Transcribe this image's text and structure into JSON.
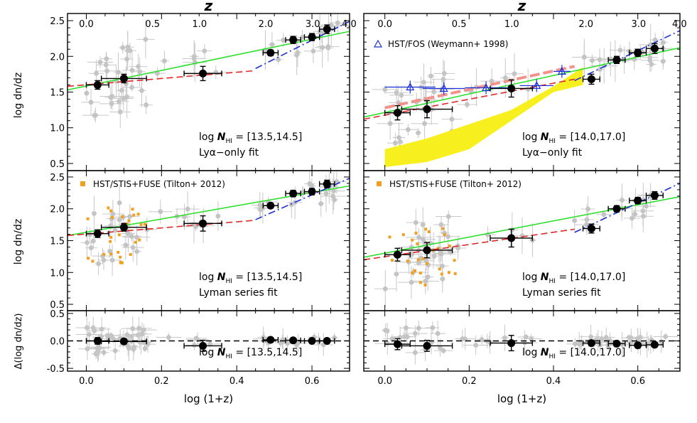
{
  "figure": {
    "top_axis_label": "z",
    "bottom_axis_label": "log (1+z)",
    "y_label_main": "log dn/dz",
    "y_label_resid": "Δ(log dn/dz)"
  },
  "chart_data": {
    "type": "scatter",
    "x_range": [
      -0.05,
      0.7
    ],
    "top_z_ticks": [
      0.0,
      0.5,
      1.0,
      2.0,
      3.0,
      4.0
    ],
    "x_ticks": [
      0.0,
      0.2,
      0.4,
      0.6
    ],
    "main_ylim": [
      0.4,
      2.6
    ],
    "main_yticks": [
      0.5,
      1.0,
      1.5,
      2.0,
      2.5
    ],
    "resid_ylim": [
      -0.55,
      0.55
    ],
    "resid_yticks": [
      -0.5,
      0.0,
      0.5
    ],
    "panels": [
      {
        "id": "upper-left",
        "kind": "main",
        "label_line1": "log N",
        "label_sub": "HI",
        "label_range": " = [13.5,14.5]",
        "label_line2": "Lyα−only fit",
        "legend": "",
        "binned": [
          {
            "x": 0.03,
            "y": 1.6,
            "xe": 0.03,
            "ye": 0.06
          },
          {
            "x": 0.1,
            "y": 1.69,
            "xe": 0.06,
            "ye": 0.06
          },
          {
            "x": 0.31,
            "y": 1.76,
            "xe": 0.05,
            "ye": 0.1
          },
          {
            "x": 0.49,
            "y": 2.05,
            "xe": 0.02,
            "ye": 0.04
          },
          {
            "x": 0.55,
            "y": 2.23,
            "xe": 0.02,
            "ye": 0.05
          },
          {
            "x": 0.6,
            "y": 2.27,
            "xe": 0.02,
            "ye": 0.05
          },
          {
            "x": 0.64,
            "y": 2.38,
            "xe": 0.02,
            "ye": 0.06
          }
        ],
        "fit_lines": [
          {
            "color": "#2ee02e",
            "dash": "",
            "x": [
              -0.05,
              0.7
            ],
            "y": [
              1.53,
              2.35
            ]
          },
          {
            "color": "#e02828",
            "dash": "9,5",
            "x": [
              -0.05,
              0.45
            ],
            "y": [
              1.58,
              1.8
            ]
          },
          {
            "color": "#1b2fd6",
            "dash": "10,4,2,4",
            "x": [
              0.45,
              0.7
            ],
            "y": [
              1.83,
              2.49
            ]
          }
        ]
      },
      {
        "id": "upper-right",
        "kind": "main",
        "label_line1": "log N",
        "label_sub": "HI",
        "label_range": " = [14.0,17.0]",
        "label_line2": "Lyα−only fit",
        "legend": "HST/FOS (Weymann+ 1998)",
        "binned": [
          {
            "x": 0.03,
            "y": 1.21,
            "xe": 0.03,
            "ye": 0.1
          },
          {
            "x": 0.1,
            "y": 1.26,
            "xe": 0.06,
            "ye": 0.12
          },
          {
            "x": 0.3,
            "y": 1.55,
            "xe": 0.05,
            "ye": 0.12
          },
          {
            "x": 0.49,
            "y": 1.68,
            "xe": 0.02,
            "ye": 0.07
          },
          {
            "x": 0.55,
            "y": 1.95,
            "xe": 0.02,
            "ye": 0.05
          },
          {
            "x": 0.6,
            "y": 2.05,
            "xe": 0.02,
            "ye": 0.05
          },
          {
            "x": 0.64,
            "y": 2.11,
            "xe": 0.02,
            "ye": 0.07
          }
        ],
        "fos_points": [
          {
            "x": 0.06,
            "y": 1.57,
            "xe": 0.06
          },
          {
            "x": 0.14,
            "y": 1.55,
            "xe": 0.05
          },
          {
            "x": 0.24,
            "y": 1.56,
            "xe": 0.05
          },
          {
            "x": 0.36,
            "y": 1.59,
            "xe": 0.04
          },
          {
            "x": 0.42,
            "y": 1.79,
            "xe": 0.02
          }
        ],
        "yellow_band": {
          "x": [
            0.0,
            0.1,
            0.2,
            0.3,
            0.4,
            0.47
          ],
          "lower": [
            0.45,
            0.52,
            0.7,
            1.1,
            1.5,
            1.6
          ],
          "upper": [
            0.7,
            0.85,
            1.05,
            1.25,
            1.58,
            1.85
          ]
        },
        "fit_lines": [
          {
            "color": "#f2928a",
            "dash": "14,5",
            "x": [
              0.0,
              0.45
            ],
            "y": [
              1.28,
              1.86
            ]
          },
          {
            "color": "#2ee02e",
            "dash": "",
            "x": [
              -0.05,
              0.7
            ],
            "y": [
              1.15,
              2.12
            ]
          },
          {
            "color": "#e02828",
            "dash": "9,5",
            "x": [
              -0.05,
              0.45
            ],
            "y": [
              1.12,
              1.68
            ]
          },
          {
            "color": "#1b2fd6",
            "dash": "10,4,2,4",
            "x": [
              0.45,
              0.7
            ],
            "y": [
              1.66,
              2.36
            ]
          }
        ]
      },
      {
        "id": "middle-left",
        "kind": "main",
        "label_line1": "log N",
        "label_sub": "HI",
        "label_range": " = [13.5,14.5]",
        "label_line2": "Lyman series fit",
        "legend": "HST/STIS+FUSE (Tilton+ 2012)",
        "binned": [
          {
            "x": 0.03,
            "y": 1.61,
            "xe": 0.03,
            "ye": 0.06
          },
          {
            "x": 0.1,
            "y": 1.71,
            "xe": 0.06,
            "ye": 0.06
          },
          {
            "x": 0.31,
            "y": 1.77,
            "xe": 0.05,
            "ye": 0.12
          },
          {
            "x": 0.49,
            "y": 2.05,
            "xe": 0.02,
            "ye": 0.04
          },
          {
            "x": 0.55,
            "y": 2.24,
            "xe": 0.02,
            "ye": 0.05
          },
          {
            "x": 0.6,
            "y": 2.27,
            "xe": 0.02,
            "ye": 0.05
          },
          {
            "x": 0.64,
            "y": 2.39,
            "xe": 0.02,
            "ye": 0.06
          }
        ],
        "fit_lines": [
          {
            "color": "#2ee02e",
            "dash": "",
            "x": [
              -0.05,
              0.7
            ],
            "y": [
              1.58,
              2.36
            ]
          },
          {
            "color": "#e02828",
            "dash": "9,5",
            "x": [
              -0.05,
              0.45
            ],
            "y": [
              1.58,
              1.82
            ]
          },
          {
            "color": "#1b2fd6",
            "dash": "10,4,2,4",
            "x": [
              0.45,
              0.7
            ],
            "y": [
              1.83,
              2.48
            ]
          }
        ]
      },
      {
        "id": "middle-right",
        "kind": "main",
        "label_line1": "log N",
        "label_sub": "HI",
        "label_range": " = [14.0,17.0]",
        "label_line2": "Lyman series fit",
        "legend": "HST/STIS+FUSE (Tilton+ 2012)",
        "binned": [
          {
            "x": 0.03,
            "y": 1.28,
            "xe": 0.03,
            "ye": 0.1
          },
          {
            "x": 0.1,
            "y": 1.35,
            "xe": 0.06,
            "ye": 0.12
          },
          {
            "x": 0.3,
            "y": 1.54,
            "xe": 0.05,
            "ye": 0.14
          },
          {
            "x": 0.49,
            "y": 1.69,
            "xe": 0.02,
            "ye": 0.07
          },
          {
            "x": 0.55,
            "y": 2.0,
            "xe": 0.02,
            "ye": 0.05
          },
          {
            "x": 0.6,
            "y": 2.13,
            "xe": 0.02,
            "ye": 0.05
          },
          {
            "x": 0.64,
            "y": 2.21,
            "xe": 0.02,
            "ye": 0.06
          }
        ],
        "fit_lines": [
          {
            "color": "#2ee02e",
            "dash": "",
            "x": [
              -0.05,
              0.7
            ],
            "y": [
              1.24,
              2.19
            ]
          },
          {
            "color": "#e02828",
            "dash": "9,5",
            "x": [
              -0.05,
              0.45
            ],
            "y": [
              1.2,
              1.68
            ]
          },
          {
            "color": "#1b2fd6",
            "dash": "10,4,2,4",
            "x": [
              0.45,
              0.7
            ],
            "y": [
              1.63,
              2.4
            ]
          }
        ]
      },
      {
        "id": "lower-left",
        "kind": "resid",
        "label_line1": "log N",
        "label_sub": "HI",
        "label_range": " = [13.5,14.5]",
        "label_line2": "",
        "legend": "",
        "binned": [
          {
            "x": 0.03,
            "y": 0.0,
            "xe": 0.03,
            "ye": 0.06
          },
          {
            "x": 0.1,
            "y": -0.01,
            "xe": 0.06,
            "ye": 0.05
          },
          {
            "x": 0.31,
            "y": -0.09,
            "xe": 0.05,
            "ye": 0.1
          },
          {
            "x": 0.49,
            "y": 0.02,
            "xe": 0.02,
            "ye": 0.04
          },
          {
            "x": 0.55,
            "y": 0.01,
            "xe": 0.02,
            "ye": 0.04
          },
          {
            "x": 0.6,
            "y": 0.0,
            "xe": 0.02,
            "ye": 0.04
          },
          {
            "x": 0.64,
            "y": 0.0,
            "xe": 0.02,
            "ye": 0.04
          }
        ],
        "fit_lines": []
      },
      {
        "id": "lower-right",
        "kind": "resid",
        "label_line1": "log N",
        "label_sub": "HI",
        "label_range": " = [14.0,17.0]",
        "label_line2": "",
        "legend": "",
        "binned": [
          {
            "x": 0.03,
            "y": -0.06,
            "xe": 0.03,
            "ye": 0.1
          },
          {
            "x": 0.1,
            "y": -0.09,
            "xe": 0.06,
            "ye": 0.1
          },
          {
            "x": 0.3,
            "y": -0.04,
            "xe": 0.05,
            "ye": 0.14
          },
          {
            "x": 0.49,
            "y": -0.04,
            "xe": 0.02,
            "ye": 0.05
          },
          {
            "x": 0.55,
            "y": -0.05,
            "xe": 0.02,
            "ye": 0.04
          },
          {
            "x": 0.6,
            "y": -0.08,
            "xe": 0.02,
            "ye": 0.04
          },
          {
            "x": 0.64,
            "y": -0.07,
            "xe": 0.02,
            "ye": 0.04
          }
        ],
        "fit_lines": []
      }
    ]
  }
}
